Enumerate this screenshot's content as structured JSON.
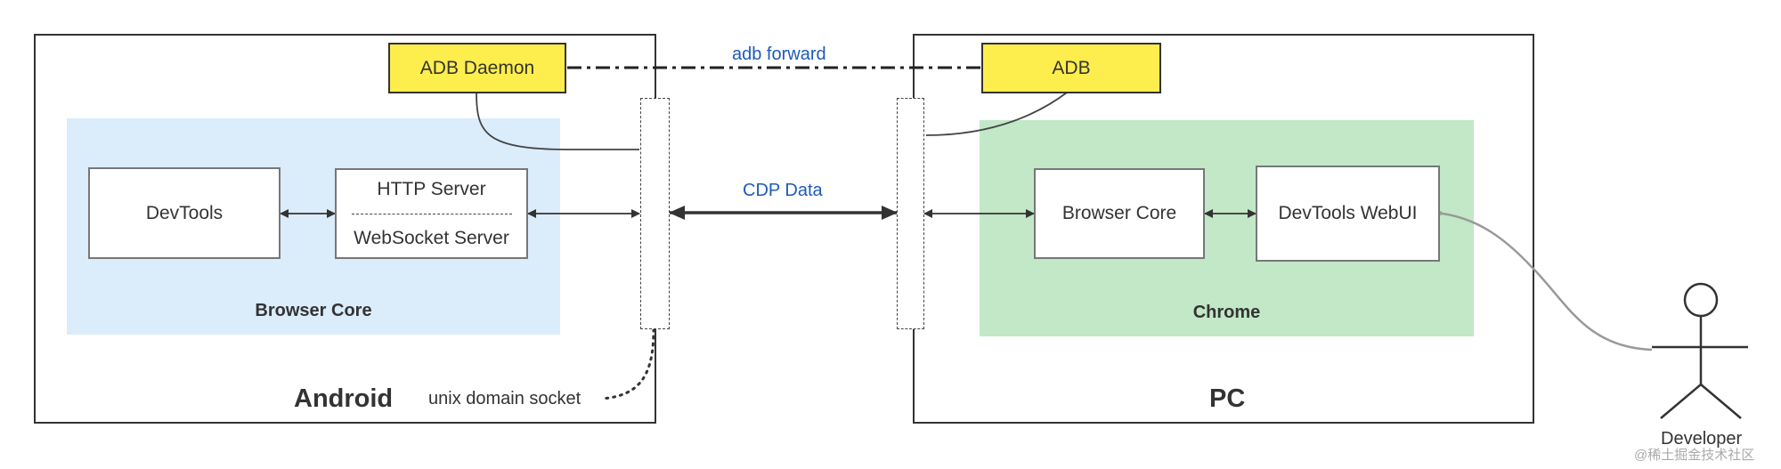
{
  "android": {
    "title": "Android",
    "zone_label": "Browser Core",
    "adb_daemon": "ADB Daemon",
    "devtools": "DevTools",
    "http_server": "HTTP Server",
    "websocket_server": "WebSocket Server",
    "socket_note": "unix domain socket"
  },
  "pc": {
    "title": "PC",
    "zone_label": "Chrome",
    "adb": "ADB",
    "browser_core": "Browser Core",
    "devtools_webui": "DevTools WebUI"
  },
  "links": {
    "adb_forward": "adb forward",
    "cdp_data": "CDP Data"
  },
  "actor": {
    "label": "Developer"
  },
  "watermark": "@稀土掘金技术社区",
  "colors": {
    "android_zone": "#dbecfb",
    "chrome_zone": "#c2e8c7",
    "adb_box": "#fdee4d",
    "link_text": "#1f5bb8"
  }
}
